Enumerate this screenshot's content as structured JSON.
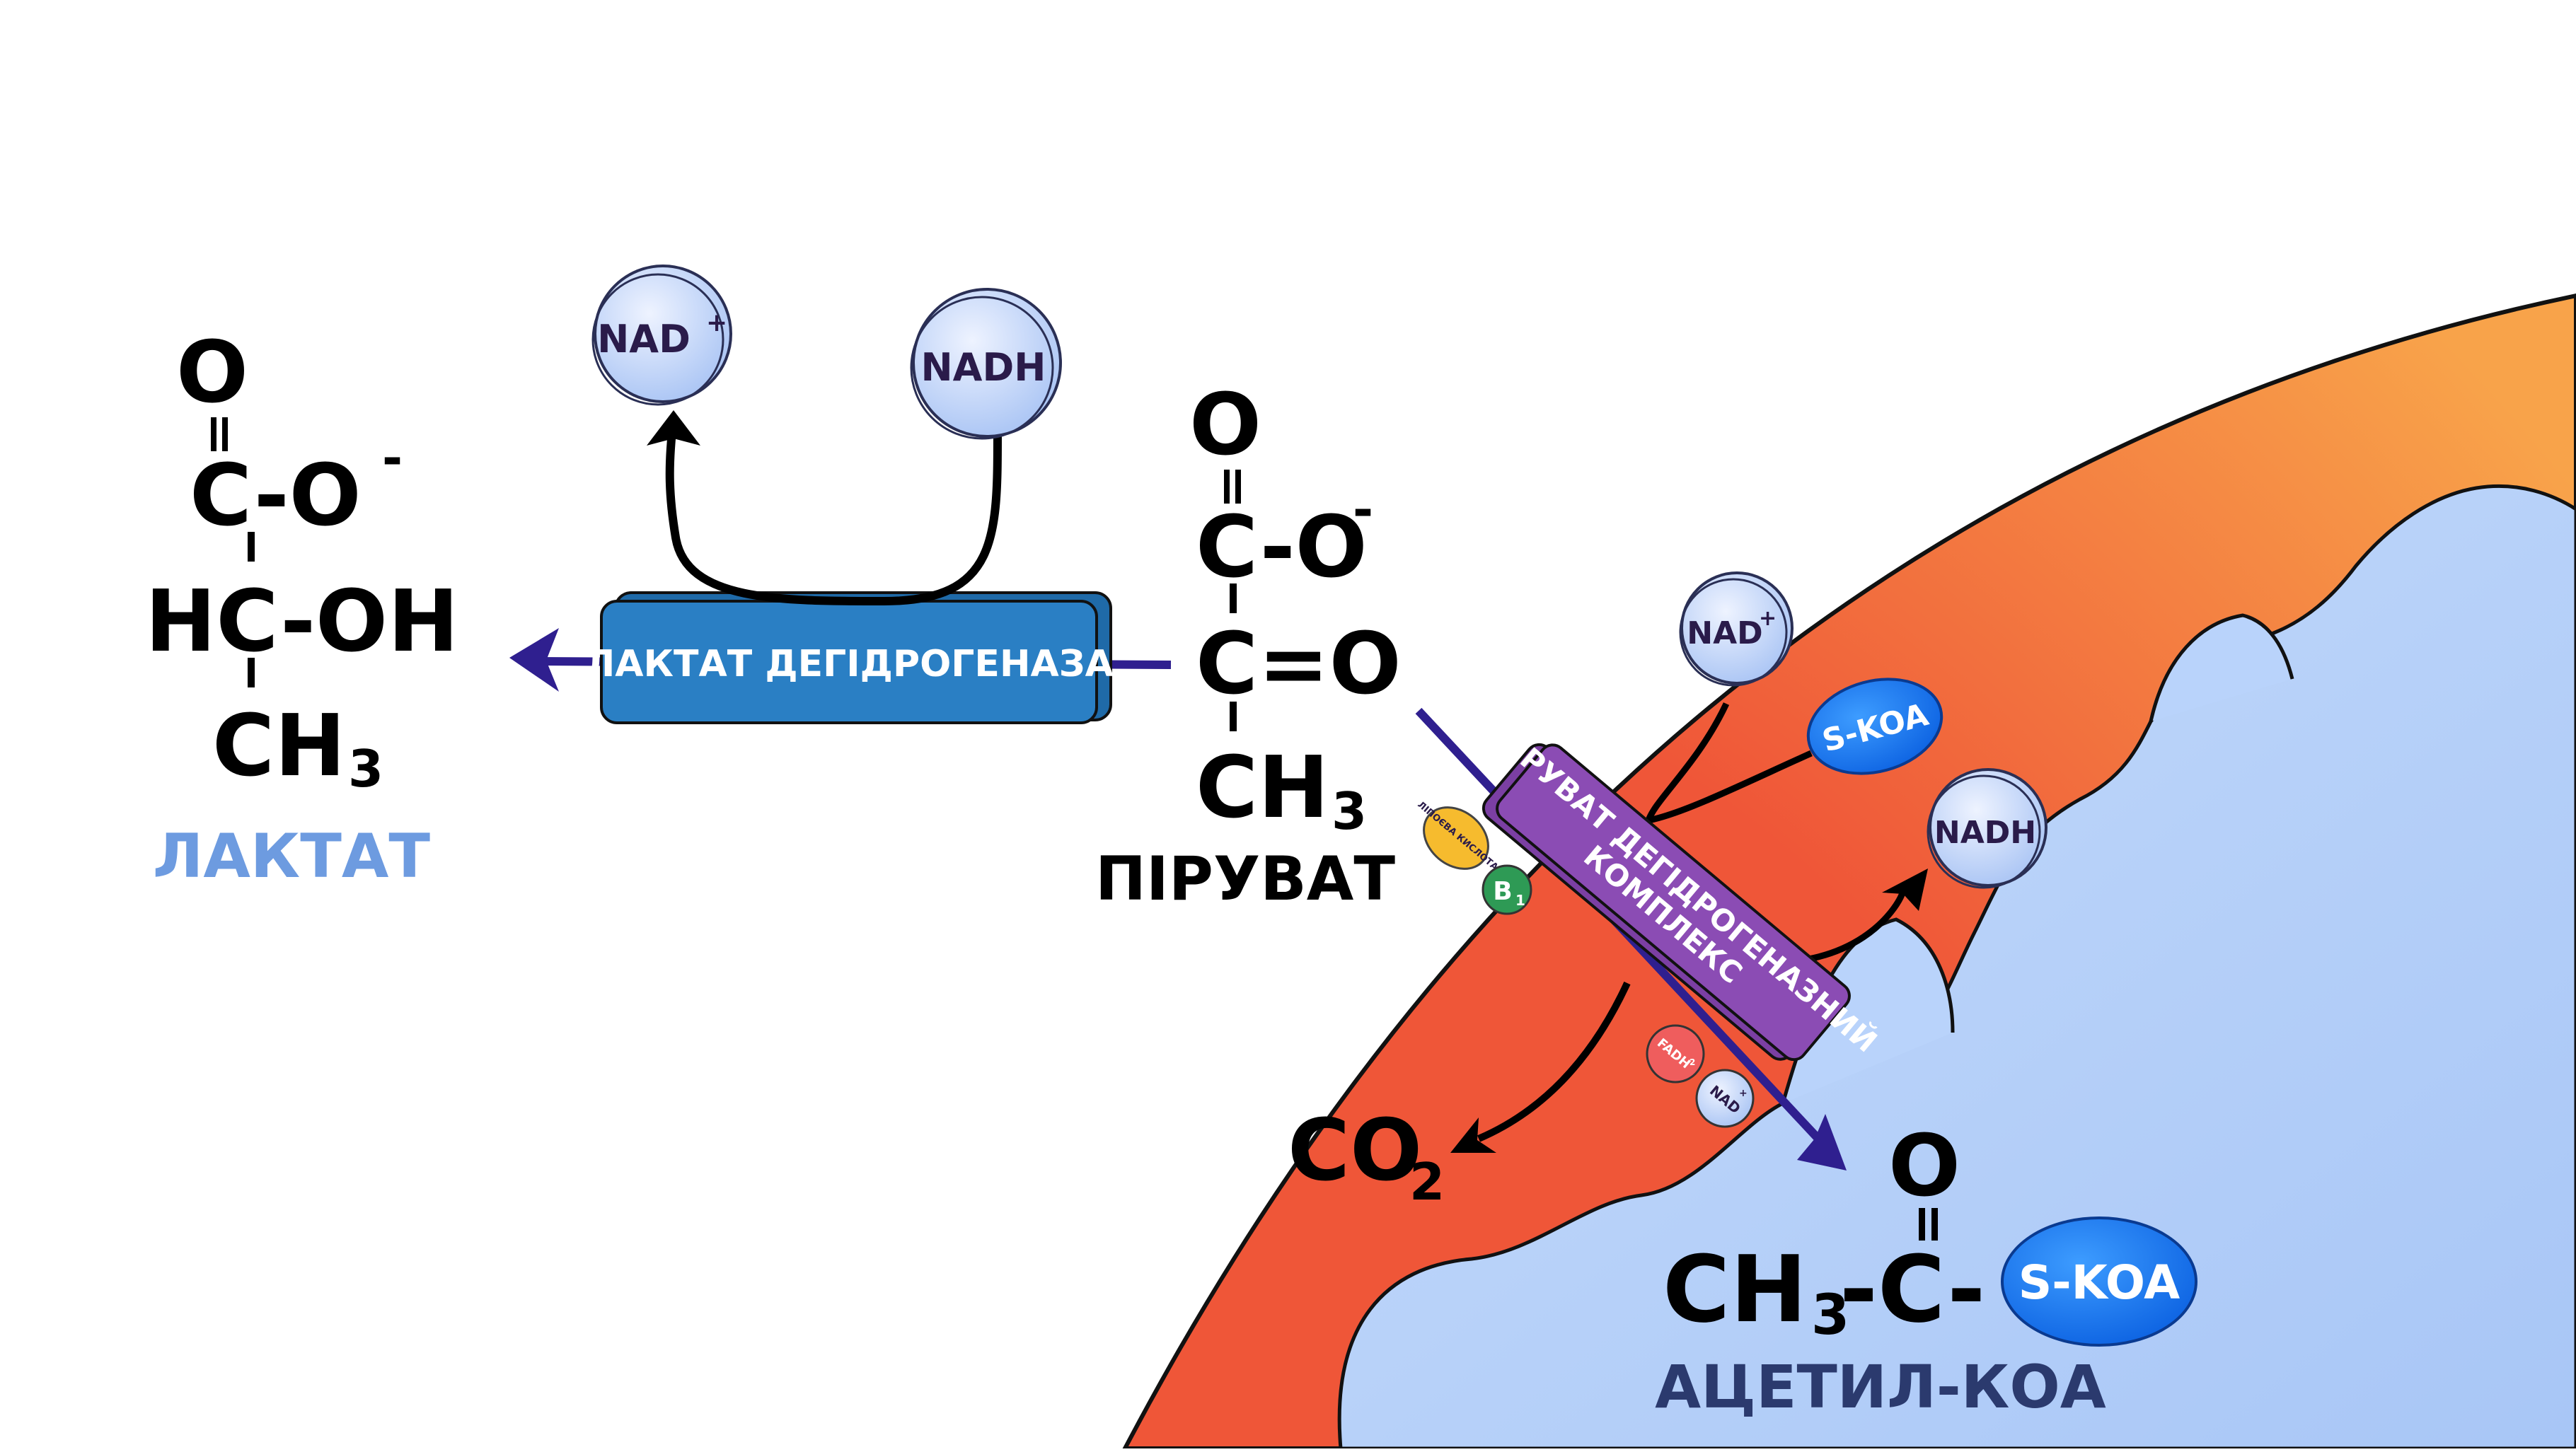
{
  "lactate": {
    "o_top": "O",
    "row1": "C-O",
    "row1_sup": "-",
    "row2": "HC-OH",
    "row3": "CH",
    "row3_sub": "3",
    "name": "ЛАКТАТ"
  },
  "pyruvate": {
    "o_top": "O",
    "row1": "C-O",
    "row1_sup": "-",
    "row2": "C=O",
    "row3": "CH",
    "row3_sub": "3",
    "name": "ПІРУВАТ"
  },
  "ldh": {
    "label": "ЛАКТАТ ДЕГІДРОГЕНАЗА",
    "nad_plus": "NAD",
    "nad_plus_sup": "+",
    "nadh": "NADH"
  },
  "pdh": {
    "label_line1": "ПІРУВАТ ДЕГІДРОГЕНАЗНИЙ",
    "label_line2": "КОМПЛЕКС",
    "nad_plus": "NAD",
    "nad_plus_sup": "+",
    "s_koa": "S-KOA",
    "nadh": "NADH",
    "co2": "CO",
    "co2_sub": "2",
    "cofactor_lipoic": "ЛІПОЄВА КИСЛОТА",
    "cofactor_b1": "B",
    "cofactor_b1_sub": "1",
    "cofactor_fadh": "FADH",
    "cofactor_fadh_sub": "2",
    "cofactor_nad": "NAD",
    "cofactor_nad_sup": "+"
  },
  "acetyl_coa": {
    "o_top": "O",
    "formula": "CH",
    "formula_sub": "3",
    "formula_rest": "-C-",
    "s_koa": "S-KOA",
    "name": "АЦЕТИЛ-КОА"
  },
  "colors": {
    "membrane_outer": "#f05a3a",
    "membrane_light": "#f7a24a",
    "matrix": "#b9d3fb",
    "enzyme_blue": "#2a7fc4",
    "enzyme_purple": "#7b3fa3",
    "arrow_indigo": "#2f1f8f",
    "lactate_text": "#6d9be0",
    "acetyl_text": "#2b3a6e"
  }
}
